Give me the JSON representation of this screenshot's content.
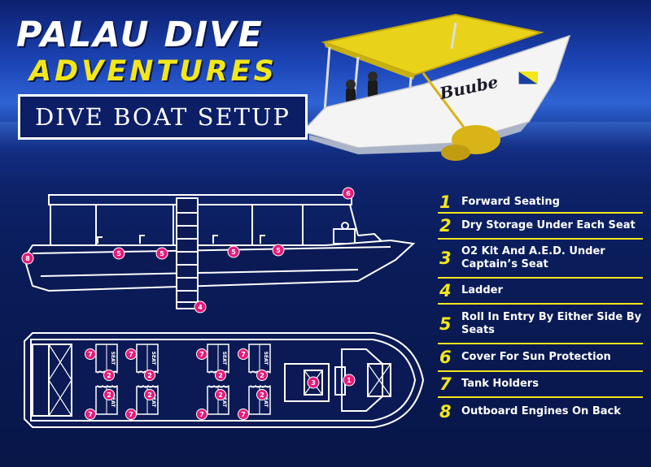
{
  "header": {
    "title_line1": "PALAU DIVE",
    "title_line2": "ADVENTURES",
    "subtitle": "DIVE BOAT SETUP"
  },
  "photo": {
    "boat_name": "Buube"
  },
  "colors": {
    "accent_yellow": "#f3e61b",
    "marker_pink": "#e8197a",
    "background_navy": "#0a1a4a",
    "outline_white": "#ffffff"
  },
  "side_view": {
    "markers": [
      "4",
      "5",
      "5",
      "5",
      "5",
      "6",
      "8"
    ]
  },
  "top_view": {
    "seat_label": "SEAT",
    "markers": [
      "1",
      "2",
      "3",
      "7"
    ]
  },
  "legend": [
    {
      "num": "1",
      "text": "Forward Seating"
    },
    {
      "num": "2",
      "text": "Dry Storage Under Each Seat"
    },
    {
      "num": "3",
      "text": "O2 Kit And A.E.D. Under Captain’s Seat"
    },
    {
      "num": "4",
      "text": "Ladder"
    },
    {
      "num": "5",
      "text": "Roll In Entry By Either Side By Seats"
    },
    {
      "num": "6",
      "text": "Cover For Sun Protection"
    },
    {
      "num": "7",
      "text": "Tank Holders"
    },
    {
      "num": "8",
      "text": "Outboard Engines On Back"
    }
  ]
}
